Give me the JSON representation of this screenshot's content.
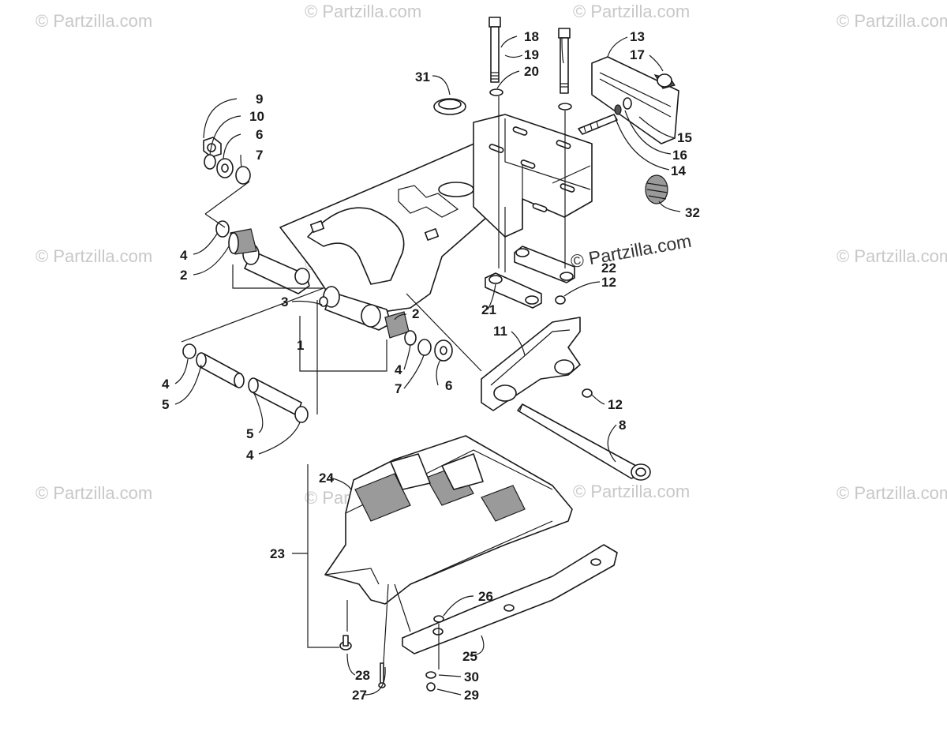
{
  "watermark": {
    "text": "© Partzilla.com"
  },
  "callouts": [
    "1",
    "2",
    "2",
    "3",
    "4",
    "4",
    "4",
    "4",
    "5",
    "5",
    "6",
    "6",
    "7",
    "7",
    "8",
    "9",
    "10",
    "11",
    "12",
    "12",
    "13",
    "14",
    "15",
    "16",
    "17",
    "18",
    "19",
    "20",
    "21",
    "22",
    "23",
    "24",
    "25",
    "26",
    "27",
    "28",
    "29",
    "30",
    "31",
    "32"
  ]
}
